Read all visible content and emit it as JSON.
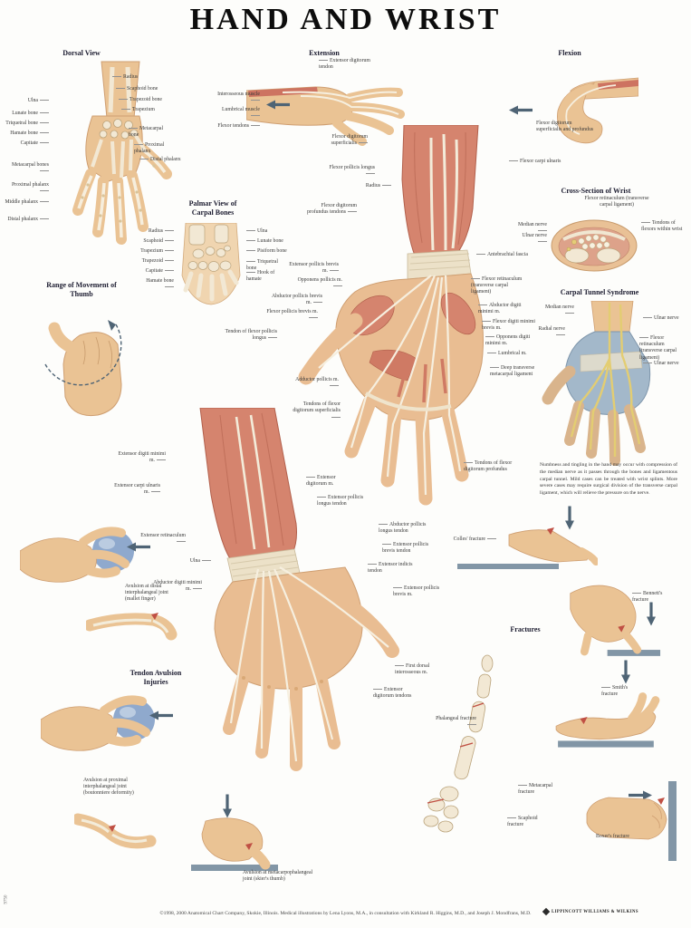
{
  "poster": {
    "title": "HAND AND WRIST",
    "catalog_number": "9750",
    "footer_credit": "©1998, 2000 Anatomical Chart Company, Skokie, Illinois. Medical illustrations by Lena Lyons, M.A., in consultation with Kirkland R. Higgins, M.D., and Joseph J. Mondfrans, M.D.",
    "publisher": "Lippincott Williams & Wilkins"
  },
  "dorsal_view": {
    "title": "Dorsal View",
    "left_labels": [
      "Ulna",
      "Lunate bone",
      "Triquetral bone",
      "Hamate bone",
      "Capitate",
      "Metacarpal bones",
      "Proximal phalanx",
      "Middle phalanx",
      "Distal phalanx"
    ],
    "right_labels": [
      "Radius",
      "Scaphoid bone",
      "Trapezoid bone",
      "Trapezium",
      "Metacarpal bone",
      "Proximal phalanx",
      "Distal phalanx"
    ]
  },
  "extension": {
    "title": "Extension",
    "top_label": "Extensor digitorum tendon",
    "left_labels": [
      "Interosseous muscle",
      "Lumbrical muscle",
      "Flexor tendons"
    ]
  },
  "flexion": {
    "title": "Flexion",
    "label": "Flexor digitorum superficialis and profundus"
  },
  "palmar_carpal": {
    "title": "Palmar View of Carpal Bones",
    "left_labels": [
      "Radius",
      "Scaphoid",
      "Trapezium",
      "Trapezoid",
      "Capitate",
      "Hamate bone"
    ],
    "right_labels": [
      "Ulna",
      "Lunate bone",
      "Pisiform bone",
      "Triquetral bone",
      "Hook of hamate"
    ]
  },
  "cross_section": {
    "title": "Cross-Section of Wrist",
    "top_label": "Flexor retinaculum (transverse carpal ligament)",
    "left_labels": [
      "Median nerve",
      "Ulnar nerve"
    ],
    "right_labels": [
      "Tendons of flexors within wrist"
    ]
  },
  "range_of_movement": {
    "title": "Range of Movement of Thumb"
  },
  "palmar_view": {
    "left_labels": [
      "Flexor digitorum superficialis",
      "Flexor pollicis longus",
      "Radius",
      "Flexor digitorum profundus tendons",
      "Extensor pollicis brevis m.",
      "Opponens pollicis m.",
      "Abductor pollicis brevis m.",
      "Flexor pollicis brevis m.",
      "Tendon of flexor pollicis longus",
      "Adductor pollicis m.",
      "Tendons of flexor digitorum superficialis"
    ],
    "right_labels": [
      "Flexor carpi ulnaris",
      "Antebrachial fascia",
      "Flexor retinaculum (transverse carpal ligament)",
      "Abductor digiti minimi m.",
      "Flexor digiti minimi brevis m.",
      "Opponens digiti minimi m.",
      "Lumbrical m.",
      "Deep transverse metacarpal ligament",
      "Tendons of flexor digitorum profundus"
    ]
  },
  "carpal_tunnel": {
    "title": "Carpal Tunnel Syndrome",
    "left_labels": [
      "Median nerve",
      "Radial nerve"
    ],
    "right_labels": [
      "Ulnar nerve",
      "Flexor retinaculum (transverse carpal ligament)",
      "Ulnar nerve"
    ],
    "description": "Numbness and tingling in the hand may occur with compression of the median nerve as it passes through the bones and ligamentous carpal tunnel. Mild cases can be treated with wrist splints. More severe cases may require surgical division of the transverse carpal ligament, which will relieve the pressure on the nerve."
  },
  "dorsal_large": {
    "left_labels": [
      "Extensor digiti minimi m.",
      "Extensor carpi ulnaris m.",
      "Extensor retinaculum",
      "Ulna",
      "Abductor digiti minimi m."
    ],
    "right_labels": [
      "Extensor digitorum m.",
      "Extensor pollicis longus tendon",
      "Abductor pollicis longus tendon",
      "Extensor pollicis brevis tendon",
      "Extensor indicis tendon",
      "Extensor pollicis brevis m.",
      "First dorsal interosseous m.",
      "Extensor digitorum tendons"
    ]
  },
  "tendon_avulsion": {
    "title": "Tendon Avulsion Injuries",
    "mallet": "Avulsion at distal interphalangeal joint (mallet finger)",
    "boutonniere": "Avulsion at proximal interphalangeal joint (boutonniere deformity)",
    "skiers_thumb": "Avulsion at metacarpophalangeal joint (skier's thumb)"
  },
  "fractures": {
    "title": "Fractures",
    "colles": "Colles' fracture",
    "bennetts": "Bennett's fracture",
    "smiths": "Smith's fracture",
    "boxers": "Boxer's fracture",
    "phalangeal": "Phalangeal fracture",
    "metacarpal": "Metacarpal fracture",
    "scaphoid": "Scaphoid fracture"
  }
}
